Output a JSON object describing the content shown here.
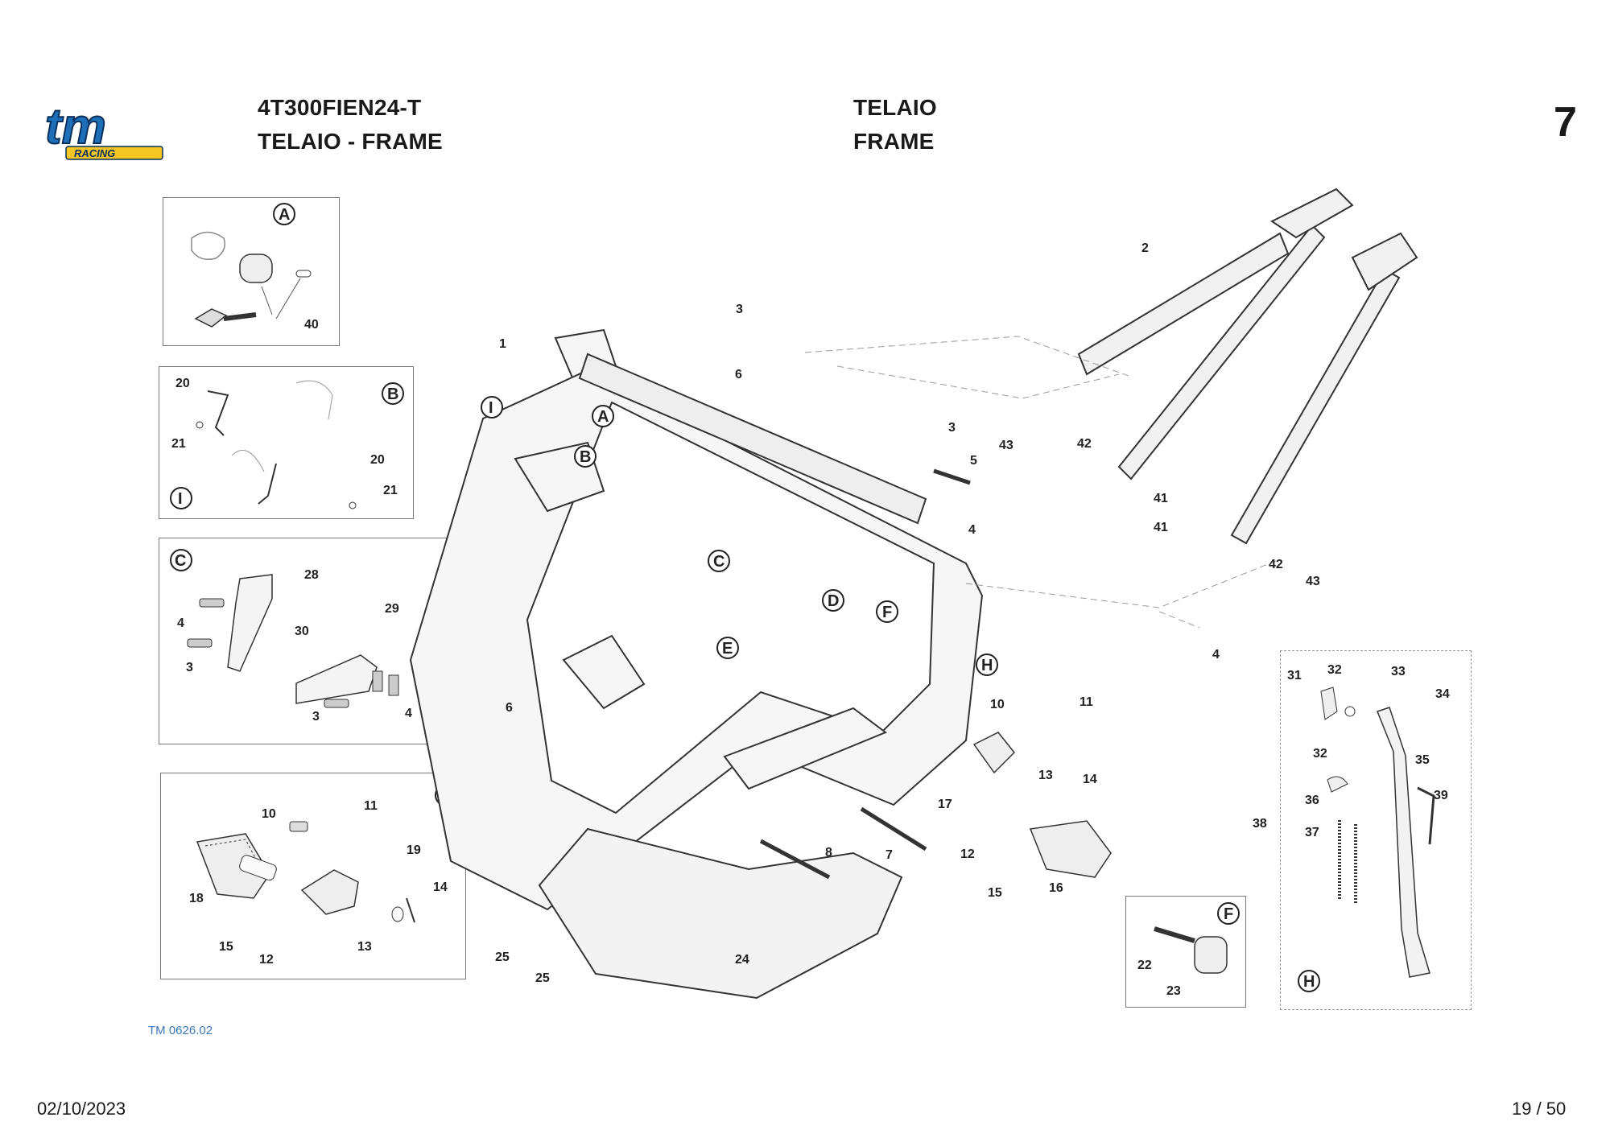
{
  "header": {
    "logo_text": "tm",
    "logo_sub": "RACING",
    "model_code": "4T300FIEN24-T",
    "section_title_left": "TELAIO - FRAME",
    "title_it": "TELAIO",
    "title_en": "FRAME",
    "page_section": "7"
  },
  "footer": {
    "reference": "TM 0626.02",
    "date": "02/10/2023",
    "page": "19 / 50"
  },
  "insets": {
    "A": {
      "letter": "A",
      "parts": [
        "40"
      ]
    },
    "B": {
      "letter": "B",
      "letter2": "I",
      "parts": [
        "20",
        "21",
        "20",
        "21"
      ]
    },
    "CD": {
      "letter": "C",
      "letter2": "D",
      "parts": [
        "28",
        "4",
        "3",
        "29",
        "30",
        "3",
        "4"
      ]
    },
    "E": {
      "letter": "E",
      "parts": [
        "10",
        "11",
        "19",
        "18",
        "15",
        "12",
        "13",
        "14"
      ]
    },
    "F": {
      "letter": "F",
      "parts": [
        "22",
        "23"
      ]
    },
    "H": {
      "letter": "H",
      "parts": [
        "31",
        "32",
        "33",
        "34",
        "32",
        "35",
        "36",
        "37",
        "38",
        "39"
      ]
    }
  },
  "callouts_main": [
    "1",
    "2",
    "3",
    "3",
    "4",
    "4",
    "5",
    "6",
    "6",
    "7",
    "8",
    "10",
    "11",
    "12",
    "13",
    "14",
    "15",
    "16",
    "17",
    "24",
    "25",
    "25",
    "41",
    "41",
    "42",
    "42",
    "43",
    "43"
  ],
  "view_letters_main": [
    "I",
    "A",
    "B",
    "C",
    "D",
    "E",
    "F",
    "H"
  ]
}
